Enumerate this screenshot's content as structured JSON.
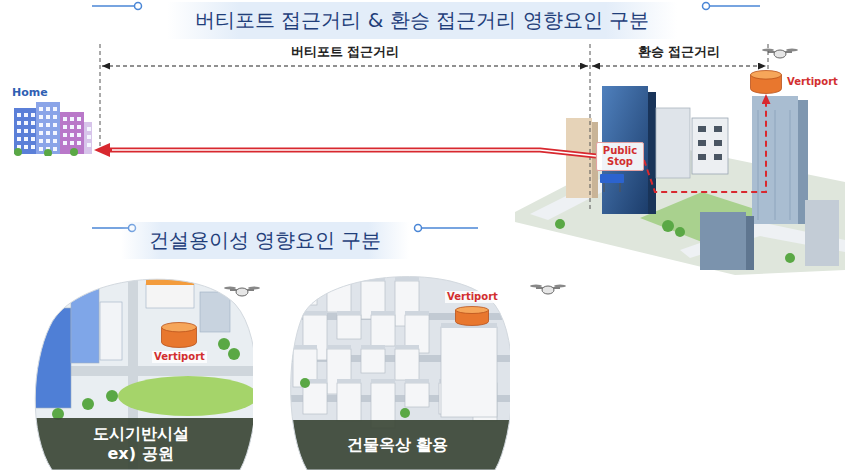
{
  "diagram": {
    "nodes": [
      {
        "text": [
          "버티포트 접근거리 & 환승 접근거리 영향요인 구분"
        ]
      },
      {
        "text": [
          "Home"
        ]
      },
      {
        "text": [
          "Public Stop"
        ]
      },
      {
        "text": [
          "Vertiport"
        ]
      },
      {
        "text": [
          "건설용이성 영향요인 구분"
        ]
      },
      {
        "text": [
          "도시기반시설 ex) 공원"
        ]
      },
      {
        "text": [
          "Vertiport"
        ],
        "in": 5
      },
      {
        "text": [
          "건물옥상 활용"
        ]
      },
      {
        "text": [
          "Vertiport"
        ],
        "in": 7
      }
    ],
    "edges": [
      {
        "from": 2,
        "to": 1,
        "arrow": "to"
      },
      {
        "from": 2,
        "to": 3,
        "arrow": "to"
      }
    ],
    "labels": [
      "버티포트 접근거리",
      "환승 접근거리"
    ]
  }
}
